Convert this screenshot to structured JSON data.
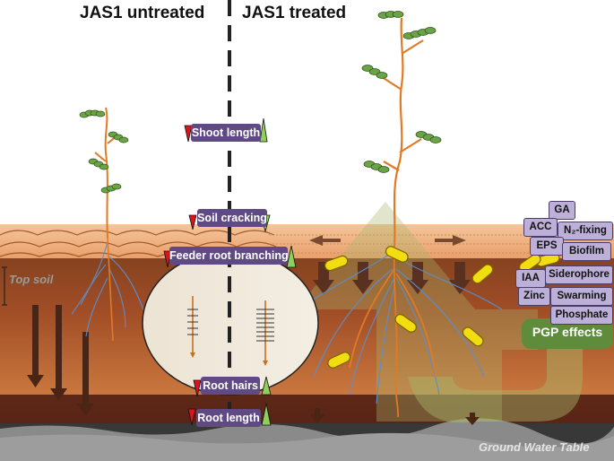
{
  "headers": {
    "untreated": "JAS1 untreated",
    "treated": "JAS1 treated"
  },
  "effects": [
    {
      "label": "Shoot length"
    },
    {
      "label": "Soil cracking"
    },
    {
      "label": "Feeder root branching"
    },
    {
      "label": "Root hairs"
    },
    {
      "label": "Root length"
    }
  ],
  "soil": {
    "top_soil": "Top soil",
    "ground_water": "Ground Water Table"
  },
  "pgp": {
    "title": "PGP effects",
    "traits": [
      "GA",
      "ACC",
      "N₂-fixing",
      "EPS",
      "Biofilm",
      "IAA",
      "Siderophore",
      "Zinc",
      "Swarming",
      "Phosphate"
    ]
  },
  "colors": {
    "label_bg": "#5f4a86",
    "trait_bg": "#bdb0d8",
    "pgp_box": "#5f8c3a",
    "bacteria": "#f2dd10",
    "increase": "#8fcf5a",
    "decrease": "#d9141c"
  }
}
